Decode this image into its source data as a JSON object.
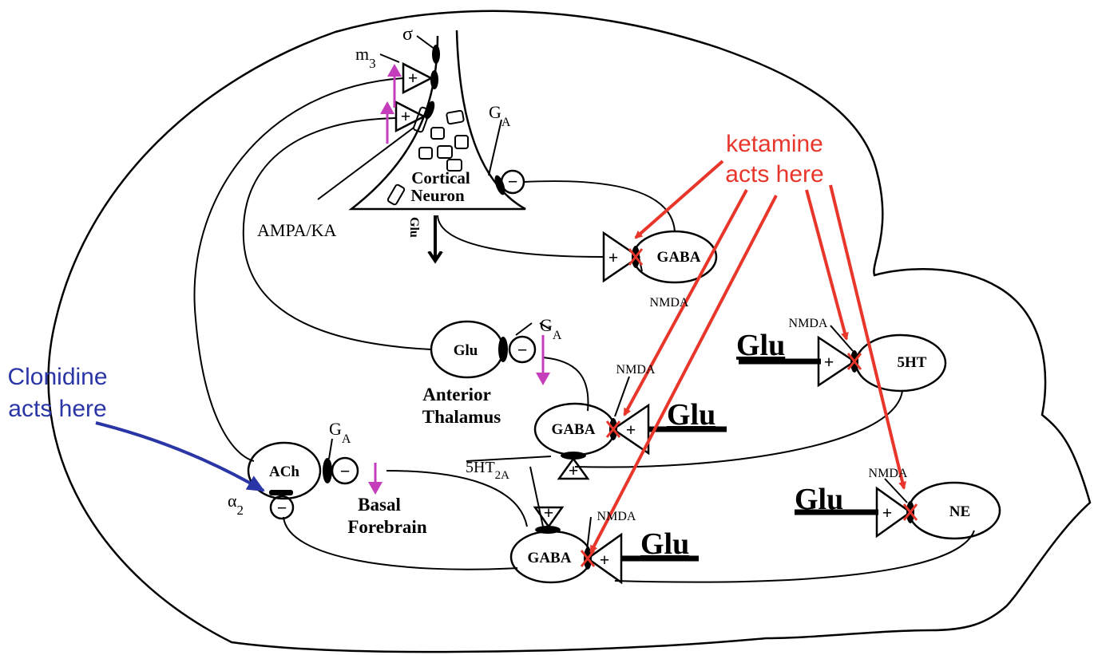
{
  "annotations": {
    "ketamine_line1": "ketamine",
    "ketamine_line2": "acts here",
    "clonidine_line1": "Clonidine",
    "clonidine_line2": "acts here"
  },
  "receptors": {
    "sigma": "σ",
    "m3_base": "m",
    "m3_sub": "3",
    "ga_base": "G",
    "ga_sub": "A",
    "ampa": "AMPA/KA",
    "nmda": "NMDA",
    "ht2a_base": "5HT",
    "ht2a_sub": "2A",
    "alpha_base": "α",
    "alpha_sub": "2"
  },
  "cells": {
    "cortical_line1": "Cortical",
    "cortical_line2": "Neuron",
    "glu_out": "Glu",
    "gaba": "GABA",
    "glu": "Glu",
    "ach": "ACh",
    "ht5": "5HT",
    "ne": "NE"
  },
  "regions": {
    "anterior_line1": "Anterior",
    "anterior_line2": "Thalamus",
    "basal_line1": "Basal",
    "basal_line2": "Forebrain"
  },
  "inputs": {
    "glu": "Glu"
  },
  "signs": {
    "plus": "+",
    "minus": "−"
  },
  "colors": {
    "ketamine": "#e8362b",
    "clonidine": "#2a35a6",
    "modulation": "#c43dbb"
  }
}
